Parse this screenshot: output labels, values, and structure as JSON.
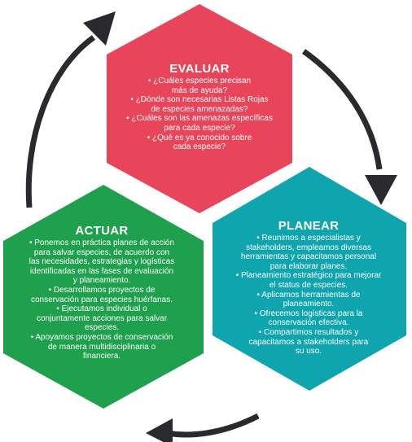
{
  "colors": {
    "evaluar": "#e8445a",
    "planear": "#0fa5ae",
    "actuar": "#1ea04c",
    "arrow": "#2a2a2e",
    "text": "#ffffff"
  },
  "evaluar": {
    "title": "EVALUAR",
    "lines": [
      "• ¿Cuáles especies precisan",
      "más de ayuda?",
      "• ¿Dónde son necesarias Listas Rojas",
      "de especies amenazadas?",
      "• ¿Cuáles son las amenazas específicas",
      "para cada especie?",
      "• ¿Qué es ya conocido sobre",
      "cada especie?"
    ]
  },
  "planear": {
    "title": "PLANEAR",
    "lines": [
      "• Reunimos a especialistas y",
      "stakeholders, empleamos diversas",
      "herramientas y capacitamos personal",
      "para elaborar planes.",
      "• Planeamiento estratégico para mejorar",
      "el status de especies.",
      "• Aplicamos herramientas de",
      "planeamiento.",
      "• Ofrecemos logísticas para la",
      "conservación efectiva.",
      "• Compartimos resultados y",
      "capacitamos a stakeholders para",
      "su uso."
    ]
  },
  "actuar": {
    "title": "ACTUAR",
    "lines": [
      "• Ponemos en práctica planes de acción",
      "para salvar especies, de acuerdo con",
      "las necesidades, estrategias y logísticas",
      "identificadas en las fases de evaluación",
      "y planeamiento.",
      "• Desarrollamos proyectos de",
      "conservación para especies huérfanas.",
      "• Ejecutamos individual o",
      "conjuntamente acciones para salvar",
      "especies.",
      "• Apoyamos proyectos de conservación",
      "de manera multidisciplinaria o",
      "financiera."
    ]
  },
  "arrows": [
    {
      "name": "cycle-arrow-top-right",
      "from": "evaluar",
      "to": "planear"
    },
    {
      "name": "cycle-arrow-bottom",
      "from": "planear",
      "to": "actuar"
    },
    {
      "name": "cycle-arrow-left",
      "from": "actuar",
      "to": "evaluar"
    }
  ]
}
